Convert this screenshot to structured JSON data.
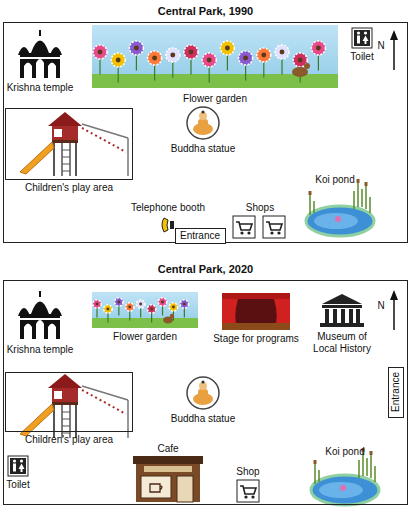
{
  "diagram": {
    "nodes": [
      {
        "text": [
          "Central Park, 1990"
        ]
      },
      {
        "text": [
          "Children's play area"
        ],
        "in": 0
      },
      {
        "text": [
          "Entrance"
        ],
        "in": 0
      },
      {
        "text": [
          "Central Park, 2020"
        ]
      },
      {
        "text": [
          "Entrance"
        ],
        "in": 3
      },
      {
        "text": [
          "Children's play area"
        ],
        "in": 3
      }
    ],
    "labels": [
      "Krishna temple",
      "Flower garden",
      "Toilet",
      "Buddha statue",
      "Telephone booth",
      "Shops",
      "Koi pond",
      "N",
      "Krishna temple",
      "Flower garden",
      "Stage for programs",
      "Museum of Local History",
      "Buddha statue",
      "Cafe",
      "Shop",
      "Toilet",
      "Koi pond",
      "N"
    ]
  }
}
